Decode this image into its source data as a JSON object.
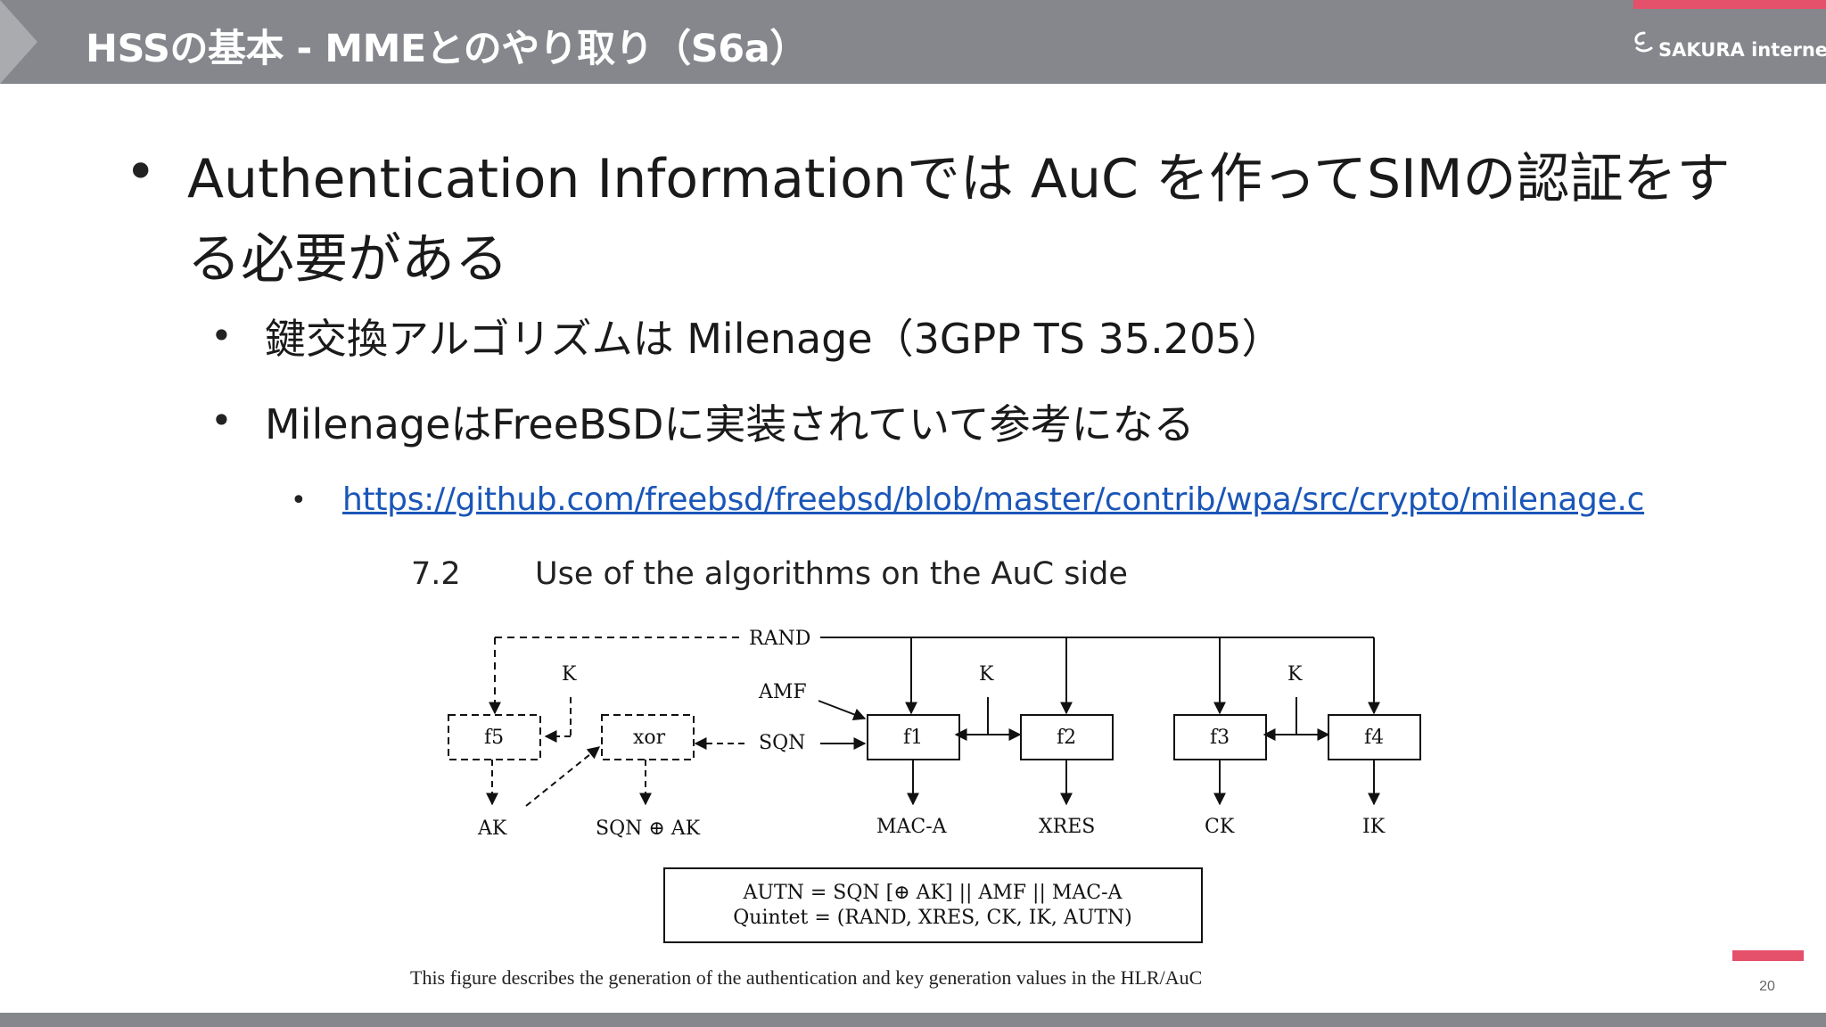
{
  "header": {
    "title": "HSSの基本 - MMEとのやり取り（S6a）",
    "logo_text": "SAKURA internet"
  },
  "bullets": {
    "main": "Authentication Informationでは AuC を作ってSIMの認証をする必要がある",
    "sub1": "鍵交換アルゴリズムは Milenage（3GPP TS 35.205）",
    "sub2": "MilenageはFreeBSDに実装されていて参考になる",
    "link": "https://github.com/freebsd/freebsd/blob/master/contrib/wpa/src/crypto/milenage.c"
  },
  "figure": {
    "section_number": "7.2",
    "section_title": "Use of the algorithms on the AuC side",
    "labels": {
      "rand": "RAND",
      "k_left": "K",
      "k_mid": "K",
      "k_right": "K",
      "amf": "AMF",
      "sqn": "SQN",
      "f5": "f5",
      "xor": "xor",
      "f1": "f1",
      "f2": "f2",
      "f3": "f3",
      "f4": "f4",
      "ak": "AK",
      "sqn_xor_ak": "SQN ⊕ AK",
      "mac_a": "MAC-A",
      "xres": "XRES",
      "ck": "CK",
      "ik": "IK"
    },
    "formula_line1": "AUTN = SQN [⊕ AK] || AMF || MAC-A",
    "formula_line2": "Quintet = (RAND, XRES, CK, IK, AUTN)",
    "caption": "This figure describes the generation of the authentication and key generation values in the HLR/AuC"
  },
  "page_number": "20",
  "colors": {
    "header_bg": "#85878c",
    "accent": "#e5506b",
    "link": "#1a56b8"
  }
}
